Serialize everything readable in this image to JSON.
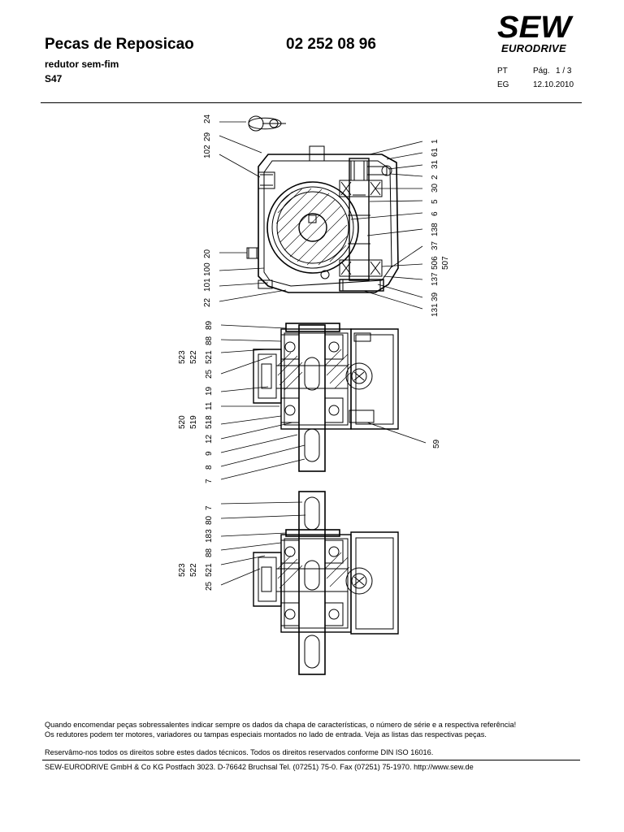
{
  "header": {
    "title": "Pecas de Reposicao",
    "part_number": "02 252 08 96",
    "subtitle": "redutor sem-fim",
    "model": "S47",
    "lang": "PT",
    "page_label": "Pág.",
    "page_value": "1 / 3",
    "doc_code": "EG",
    "date": "12.10.2010",
    "logo_main": "SEW",
    "logo_sub": "EURODRIVE"
  },
  "drawing": {
    "view1_left_labels": [
      "24",
      "29",
      "102",
      "20",
      "100",
      "101",
      "22"
    ],
    "view1_right_labels": [
      "1",
      "61",
      "31",
      "2",
      "30",
      "5",
      "6",
      "138",
      "37",
      "506",
      "507",
      "137",
      "39",
      "131"
    ],
    "view2_left_labels": [
      "89",
      "88",
      "521",
      "522",
      "523",
      "25",
      "19",
      "11",
      "518",
      "519",
      "520",
      "12",
      "9",
      "8",
      "7"
    ],
    "view2_right_labels": [
      "59"
    ],
    "view3_left_labels": [
      "7",
      "80",
      "183",
      "88",
      "521",
      "522",
      "523",
      "25"
    ]
  },
  "footer": {
    "line1": "Quando encomendar peças sobressalentes indicar sempre os dados da chapa de características, o número de série e a respectiva referência!",
    "line2": "Os redutores podem ter motores, variadores ou tampas especiais montados no lado de entrada. Veja as listas das respectivas peças.",
    "line3": "Reservâmo-nos todos os direitos sobre estes dados técnicos. Todos os direitos reservados conforme DIN ISO 16016.",
    "line4": "SEW-EURODRIVE GmbH & Co KG Postfach 3023. D-76642 Bruchsal Tel. (07251) 75-0. Fax (07251) 75-1970. http://www.sew.de"
  }
}
